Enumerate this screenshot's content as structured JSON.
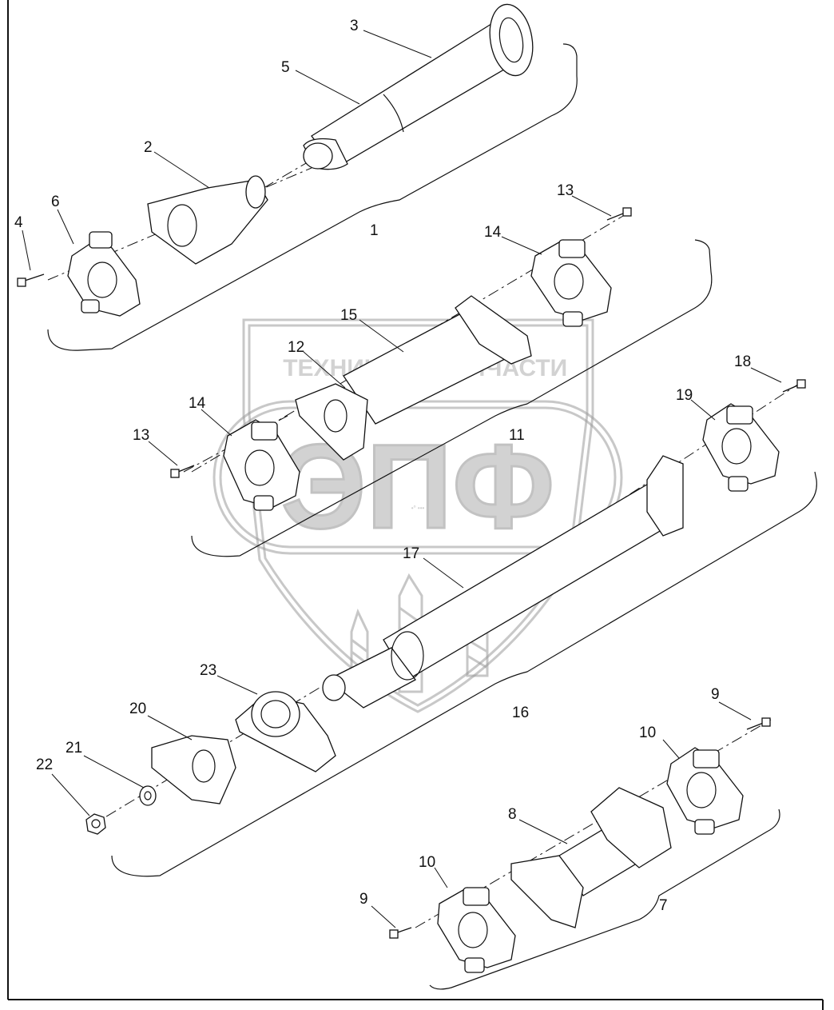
{
  "watermark": {
    "left_text": "ТЕХНИКА",
    "right_text": "ЗАПЧАСТИ",
    "big_text": "ЭПФ",
    "small_text": "•° •••",
    "gear_symbol": "gear-icon"
  },
  "callouts": {
    "n1": "1",
    "n2": "2",
    "n3": "3",
    "n4": "4",
    "n5": "5",
    "n6": "6",
    "n7": "7",
    "n8": "8",
    "n9a": "9",
    "n9b": "9",
    "n10a": "10",
    "n10b": "10",
    "n11": "11",
    "n12": "12",
    "n13a": "13",
    "n13b": "13",
    "n14a": "14",
    "n14b": "14",
    "n15": "15",
    "n16": "16",
    "n17": "17",
    "n18": "18",
    "n19": "19",
    "n20": "20",
    "n21": "21",
    "n22": "22",
    "n23": "23"
  }
}
